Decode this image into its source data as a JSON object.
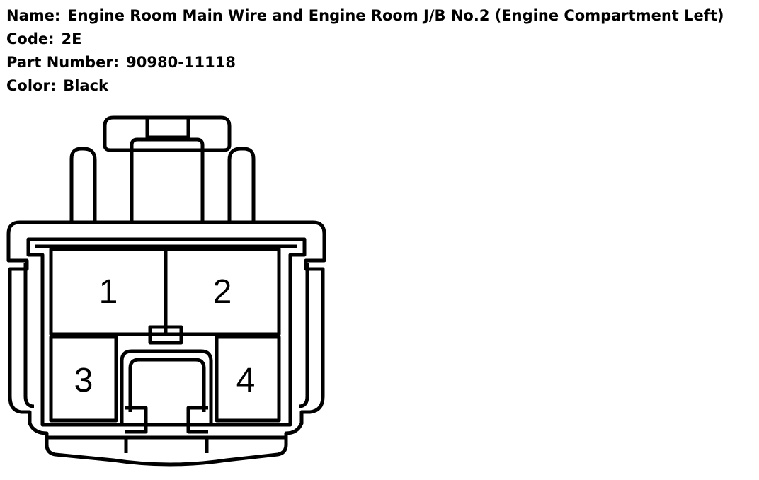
{
  "info": {
    "name_label": "Name:",
    "name_value": "Engine Room Main Wire and Engine Room J/B No.2 (Engine Compartment Left)",
    "code_label": "Code:",
    "code_value": "2E",
    "part_label": "Part Number:",
    "part_value": "90980-11118",
    "color_label": "Color:",
    "color_value": "Black"
  },
  "connector": {
    "pins": [
      "1",
      "2",
      "3",
      "4"
    ]
  }
}
